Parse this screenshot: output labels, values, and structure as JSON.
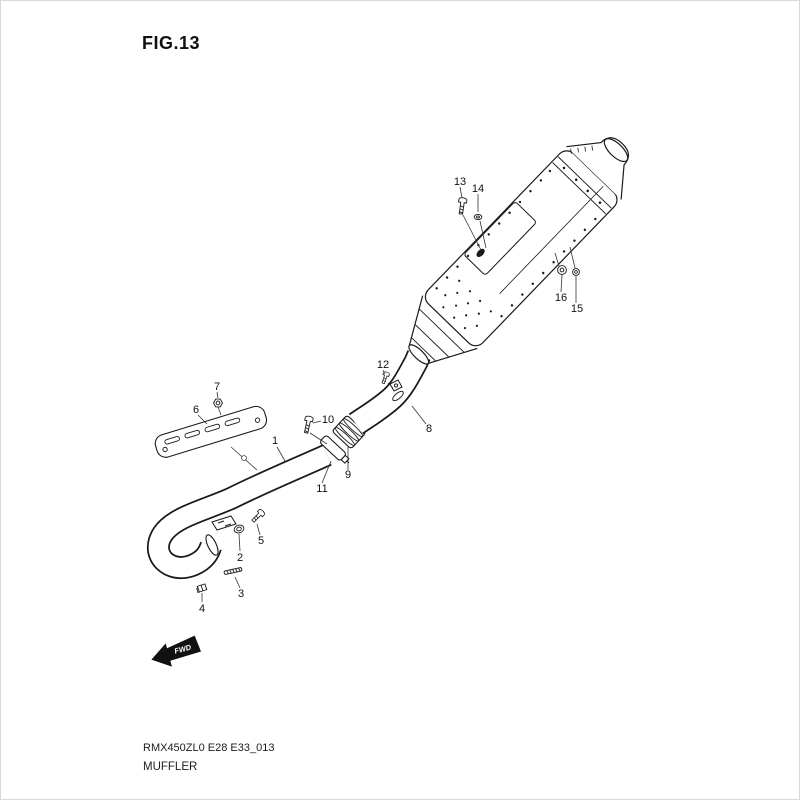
{
  "figure": {
    "title": "FIG.13",
    "code": "RMX450ZL0 E28 E33_013",
    "name": "MUFFLER"
  },
  "direction_arrow": {
    "label": "FWD"
  },
  "callouts": {
    "c1": "1",
    "c2": "2",
    "c3": "3",
    "c4": "4",
    "c5": "5",
    "c6": "6",
    "c7": "7",
    "c8": "8",
    "c9": "9",
    "c10": "10",
    "c11": "11",
    "c12": "12",
    "c13": "13",
    "c14": "14",
    "c15": "15",
    "c16": "16"
  }
}
